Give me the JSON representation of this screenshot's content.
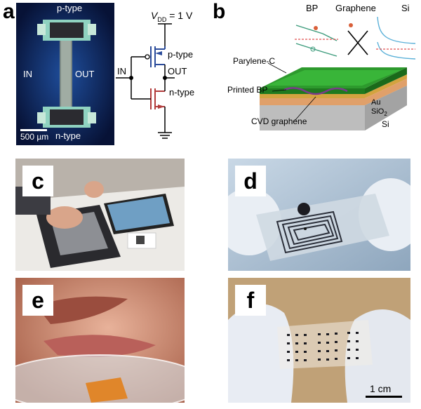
{
  "panels": {
    "a": {
      "letter": "a",
      "labels": {
        "p_type": "p-type",
        "n_type": "n-type",
        "in": "IN",
        "out": "OUT",
        "scale": "500 µm"
      },
      "circuit": {
        "vdd": "V",
        "vdd_sub": "DD",
        "vdd_value": " = 1 V",
        "p_type": "p-type",
        "n_type": "n-type",
        "in": "IN",
        "out": "OUT"
      }
    },
    "b": {
      "letter": "b",
      "band_labels": [
        "BP",
        "Graphene",
        "Si"
      ],
      "layers": {
        "parylene": "Parylene-C",
        "printed_bp": "Printed BP",
        "cvd_graphene": "CVD graphene",
        "au": "Au",
        "sio2": "SiO",
        "sio2_sub": "2",
        "si": "Si"
      }
    },
    "c": {
      "letter": "c"
    },
    "d": {
      "letter": "d"
    },
    "e": {
      "letter": "e"
    },
    "f": {
      "letter": "f",
      "scale": "1 cm"
    }
  }
}
